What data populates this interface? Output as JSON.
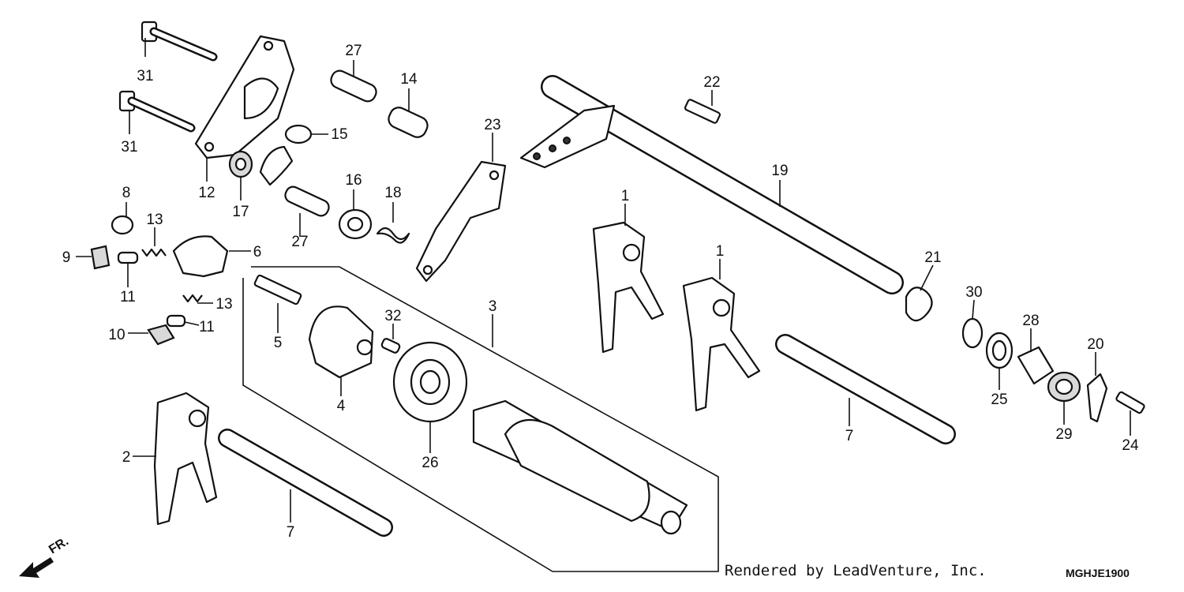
{
  "callouts": [
    {
      "id": "c31a",
      "text": "31"
    },
    {
      "id": "c31b",
      "text": "31"
    },
    {
      "id": "c27a",
      "text": "27"
    },
    {
      "id": "c14",
      "text": "14"
    },
    {
      "id": "c15",
      "text": "15"
    },
    {
      "id": "c12",
      "text": "12"
    },
    {
      "id": "c17",
      "text": "17"
    },
    {
      "id": "c16",
      "text": "16"
    },
    {
      "id": "c18",
      "text": "18"
    },
    {
      "id": "c23",
      "text": "23"
    },
    {
      "id": "c27b",
      "text": "27"
    },
    {
      "id": "c8",
      "text": "8"
    },
    {
      "id": "c13a",
      "text": "13"
    },
    {
      "id": "c9",
      "text": "9"
    },
    {
      "id": "c11a",
      "text": "11"
    },
    {
      "id": "c6",
      "text": "6"
    },
    {
      "id": "c13b",
      "text": "13"
    },
    {
      "id": "c10",
      "text": "10"
    },
    {
      "id": "c11b",
      "text": "11"
    },
    {
      "id": "c5",
      "text": "5"
    },
    {
      "id": "c4",
      "text": "4"
    },
    {
      "id": "c32",
      "text": "32"
    },
    {
      "id": "c3",
      "text": "3"
    },
    {
      "id": "c26",
      "text": "26"
    },
    {
      "id": "c2",
      "text": "2"
    },
    {
      "id": "c7a",
      "text": "7"
    },
    {
      "id": "c22",
      "text": "22"
    },
    {
      "id": "c19",
      "text": "19"
    },
    {
      "id": "c1a",
      "text": "1"
    },
    {
      "id": "c1b",
      "text": "1"
    },
    {
      "id": "c21",
      "text": "21"
    },
    {
      "id": "c30",
      "text": "30"
    },
    {
      "id": "c28",
      "text": "28"
    },
    {
      "id": "c20",
      "text": "20"
    },
    {
      "id": "c25",
      "text": "25"
    },
    {
      "id": "c29",
      "text": "29"
    },
    {
      "id": "c24",
      "text": "24"
    },
    {
      "id": "c7b",
      "text": "7"
    }
  ],
  "footer": {
    "credit": "Rendered by LeadVenture, Inc.",
    "diagram_code": "MGHJE1900",
    "direction_label": "FR."
  }
}
